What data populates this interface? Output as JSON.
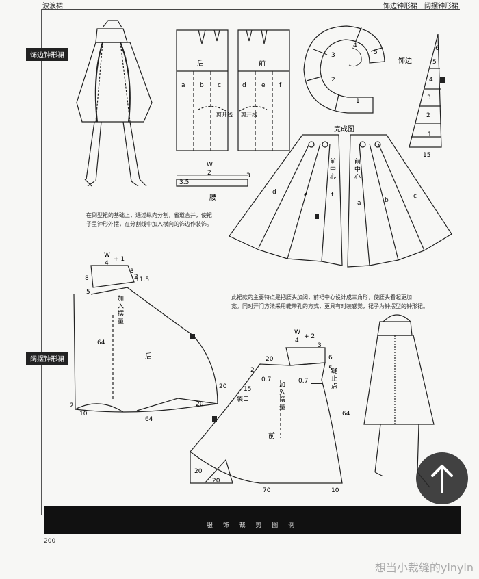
{
  "header": {
    "left": "波浪裙",
    "right": "饰边钟形裙　阔摆钟形裙"
  },
  "sections": {
    "top": "饰边钟形裙",
    "bottom": "阔摆钟形裙"
  },
  "top_pattern": {
    "back_label": "后",
    "front_label": "前",
    "cut_lines": [
      "剪开线",
      "剪开线"
    ],
    "back_pieces": [
      "a",
      "b",
      "c"
    ],
    "front_pieces": [
      "d",
      "e",
      "f"
    ],
    "waistband": {
      "fraction_top": "W",
      "fraction_bottom": "2",
      "right": "3",
      "left": "3.5",
      "label": "腰"
    },
    "ruffle": {
      "label": "饰边",
      "spiral_numbers": [
        "1",
        "2",
        "3",
        "4",
        "5"
      ],
      "strip_numbers": [
        "6",
        "5",
        "4",
        "3",
        "2",
        "1"
      ],
      "width": "15"
    },
    "finished": {
      "label": "完成图",
      "front_center": "前中心",
      "left_pieces": [
        "d",
        "e",
        "f"
      ],
      "right_pieces": [
        "a",
        "b",
        "c"
      ]
    },
    "description": [
      "在倒型裙的基础上，通过纵向分割，省道合并，使裙",
      "子呈钟形外摆，在分割线中加入横向的饰边作装饰。"
    ]
  },
  "bottom_pattern": {
    "description": [
      "此裙款的主要特点是把腰头加阔，前裙中心设计成三角形，使腰头看起更加",
      "宽。同时开门方法采用鞋带孔的方式，更具有时装感觉，裙子为钟摆型的钟形裙。"
    ],
    "back": {
      "label": "后",
      "waist_top": "W",
      "waist_bottom": "4",
      "waist_plus": "+ 1",
      "n3": "3",
      "n2": "2",
      "n8": "8",
      "n11_5": "11.5",
      "n5": "5",
      "flare": "加入摆量",
      "length": "64",
      "n20": "20",
      "n2b": "2",
      "n10": "10",
      "hem": "64",
      "n20b": "20"
    },
    "front": {
      "label": "前",
      "waist_top": "W",
      "waist_bottom": "4",
      "waist_plus": "+ 2",
      "n20": "20",
      "n0_7a": "0.7",
      "n0_7b": "0.7",
      "n15": "15",
      "pocket": "袋口",
      "flare": "加入摆量",
      "stop": "缝止点",
      "length": "64",
      "n20b": "20",
      "n20c": "20",
      "hem": "70",
      "n10": "10",
      "n2": "2",
      "n3": "3",
      "n6": "6",
      "n5": "5"
    }
  },
  "footer": {
    "banner": "服 饰 裁 剪 图 例",
    "page": "200"
  },
  "watermark": "想当小裁缝的yinyin"
}
